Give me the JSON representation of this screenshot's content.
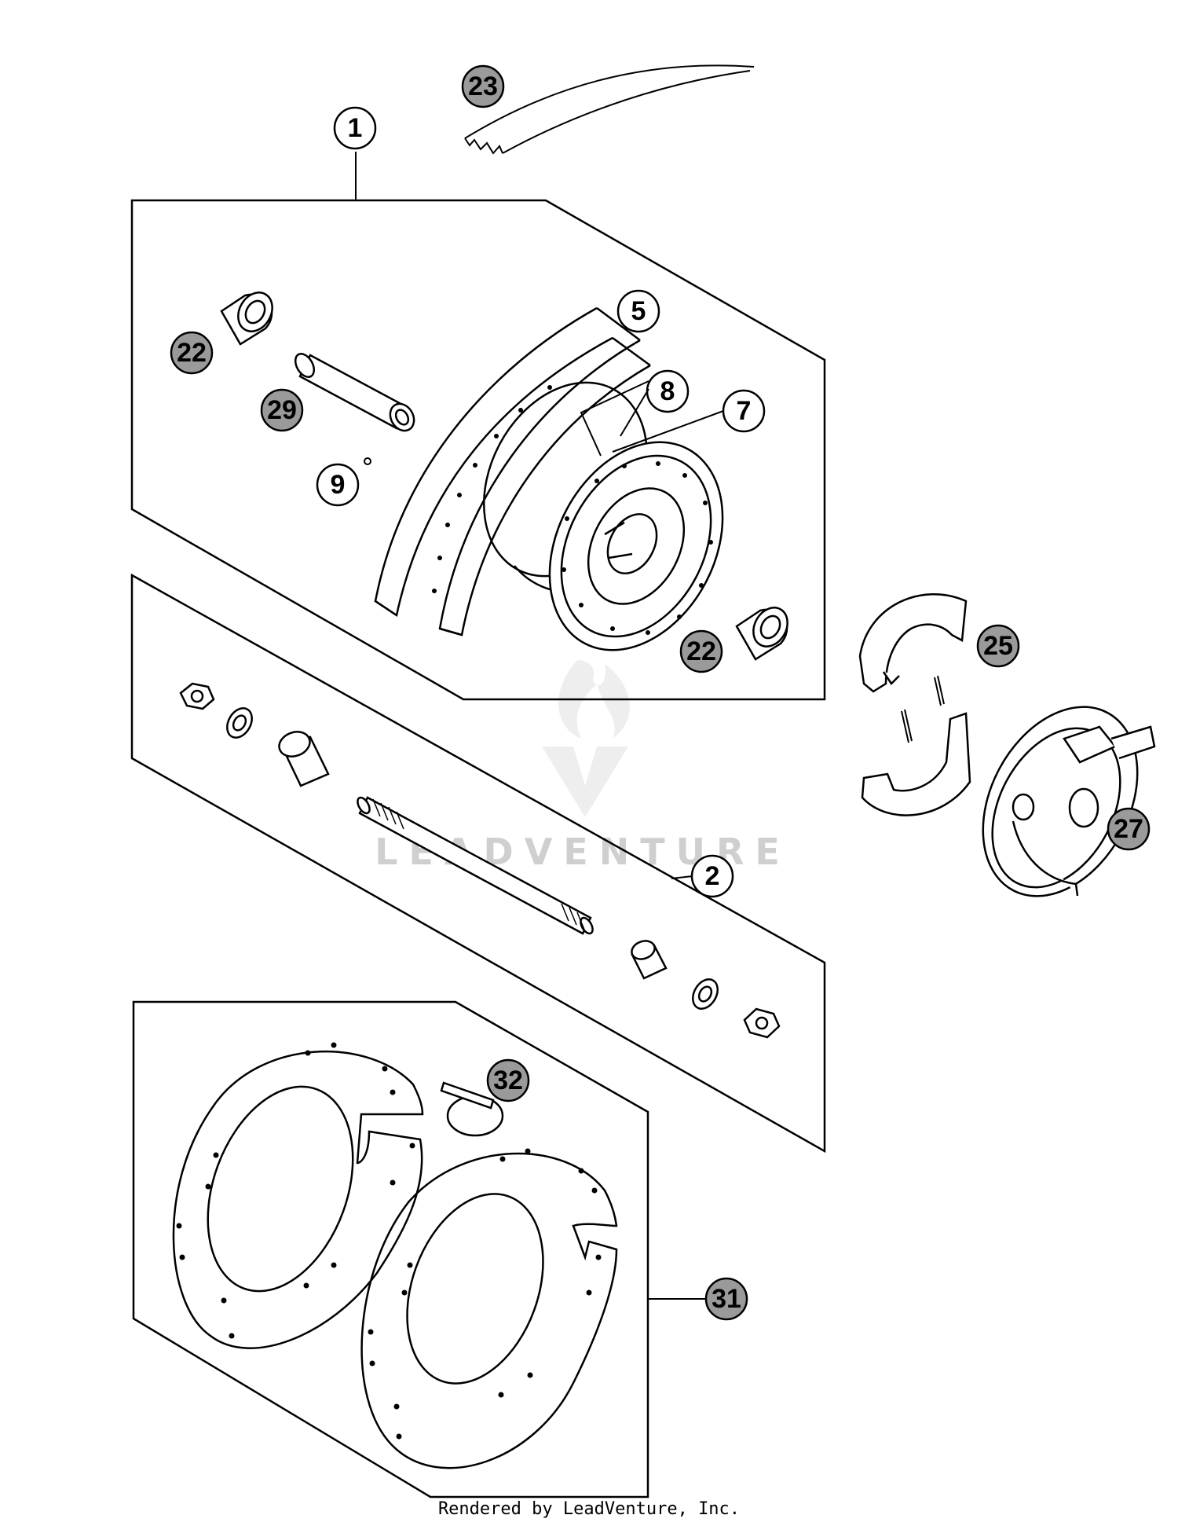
{
  "callouts": [
    {
      "id": "1",
      "label": "1",
      "style": "plain"
    },
    {
      "id": "2",
      "label": "2",
      "style": "plain"
    },
    {
      "id": "5",
      "label": "5",
      "style": "plain"
    },
    {
      "id": "7",
      "label": "7",
      "style": "plain"
    },
    {
      "id": "8",
      "label": "8",
      "style": "plain"
    },
    {
      "id": "9",
      "label": "9",
      "style": "plain"
    },
    {
      "id": "22a",
      "label": "22",
      "style": "filled"
    },
    {
      "id": "22b",
      "label": "22",
      "style": "filled"
    },
    {
      "id": "23",
      "label": "23",
      "style": "filled"
    },
    {
      "id": "25",
      "label": "25",
      "style": "filled"
    },
    {
      "id": "27",
      "label": "27",
      "style": "filled"
    },
    {
      "id": "29",
      "label": "29",
      "style": "filled"
    },
    {
      "id": "31",
      "label": "31",
      "style": "filled"
    },
    {
      "id": "32",
      "label": "32",
      "style": "filled"
    }
  ],
  "watermark": {
    "brand": "LEADVENTURE"
  },
  "footer": {
    "credit": "Rendered by LeadVenture, Inc."
  },
  "colors": {
    "line": "#000000",
    "filled_callout": "#9a9a9a",
    "watermark": "#cfcfcf"
  }
}
